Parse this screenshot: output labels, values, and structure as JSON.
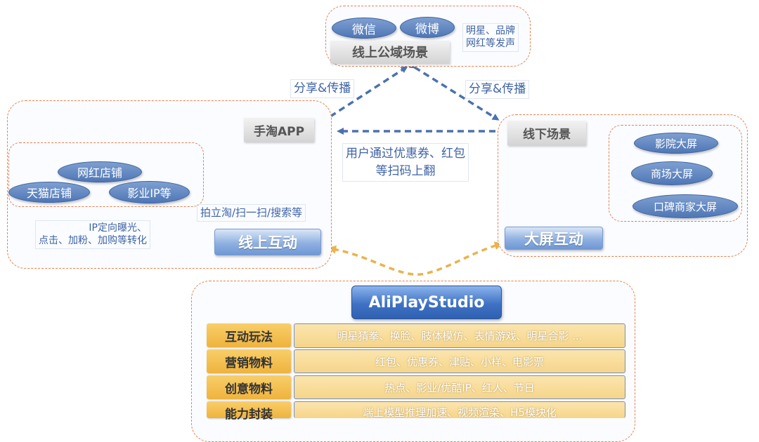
{
  "top": {
    "title": "线上公域场景",
    "pills": [
      "微信",
      "微博"
    ],
    "note": [
      "明星、品牌",
      "网红等发声"
    ]
  },
  "share_left": "分享&传播",
  "share_right": "分享&传播",
  "center_note": [
    "用户通过优惠券、红包",
    "等扫码上翻"
  ],
  "left": {
    "title": "手淘APP",
    "pills": [
      "网红店铺",
      "天猫店铺",
      "影业IP等"
    ],
    "action_note": "拍立淘/扫一扫/搜索等",
    "conv_note": [
      "IP定向曝光、",
      "点击、加粉、加购等转化"
    ],
    "button": "线上互动"
  },
  "right": {
    "title": "线下场景",
    "pills": [
      "影院大屏",
      "商场大屏",
      "口碑商家大屏"
    ],
    "button": "大屏互动"
  },
  "bottom": {
    "title": "AliPlayStudio",
    "rows": [
      {
        "category": "互动玩法",
        "content": "明星猜拳、换脸、肢体模仿、表情游戏、明星合影 ..."
      },
      {
        "category": "营销物料",
        "content": "红包、优惠券、津贴、小样、电影票"
      },
      {
        "category": "创意物料",
        "content": "热点、影业/优酷IP、红人、节日"
      },
      {
        "category": "能力封装",
        "content": "端上模型推理加速、视频渲染、H5模块化"
      }
    ]
  },
  "colors": {
    "dashed_border": "#e8824a",
    "pill_blue": "#4f77b6",
    "arrow_blue": "#4b72b0",
    "arrow_gold": "#eab34c",
    "category_gold": "#eeb33d",
    "content_cream": "#f6d58a",
    "title_blue": "#3a6fc2"
  }
}
